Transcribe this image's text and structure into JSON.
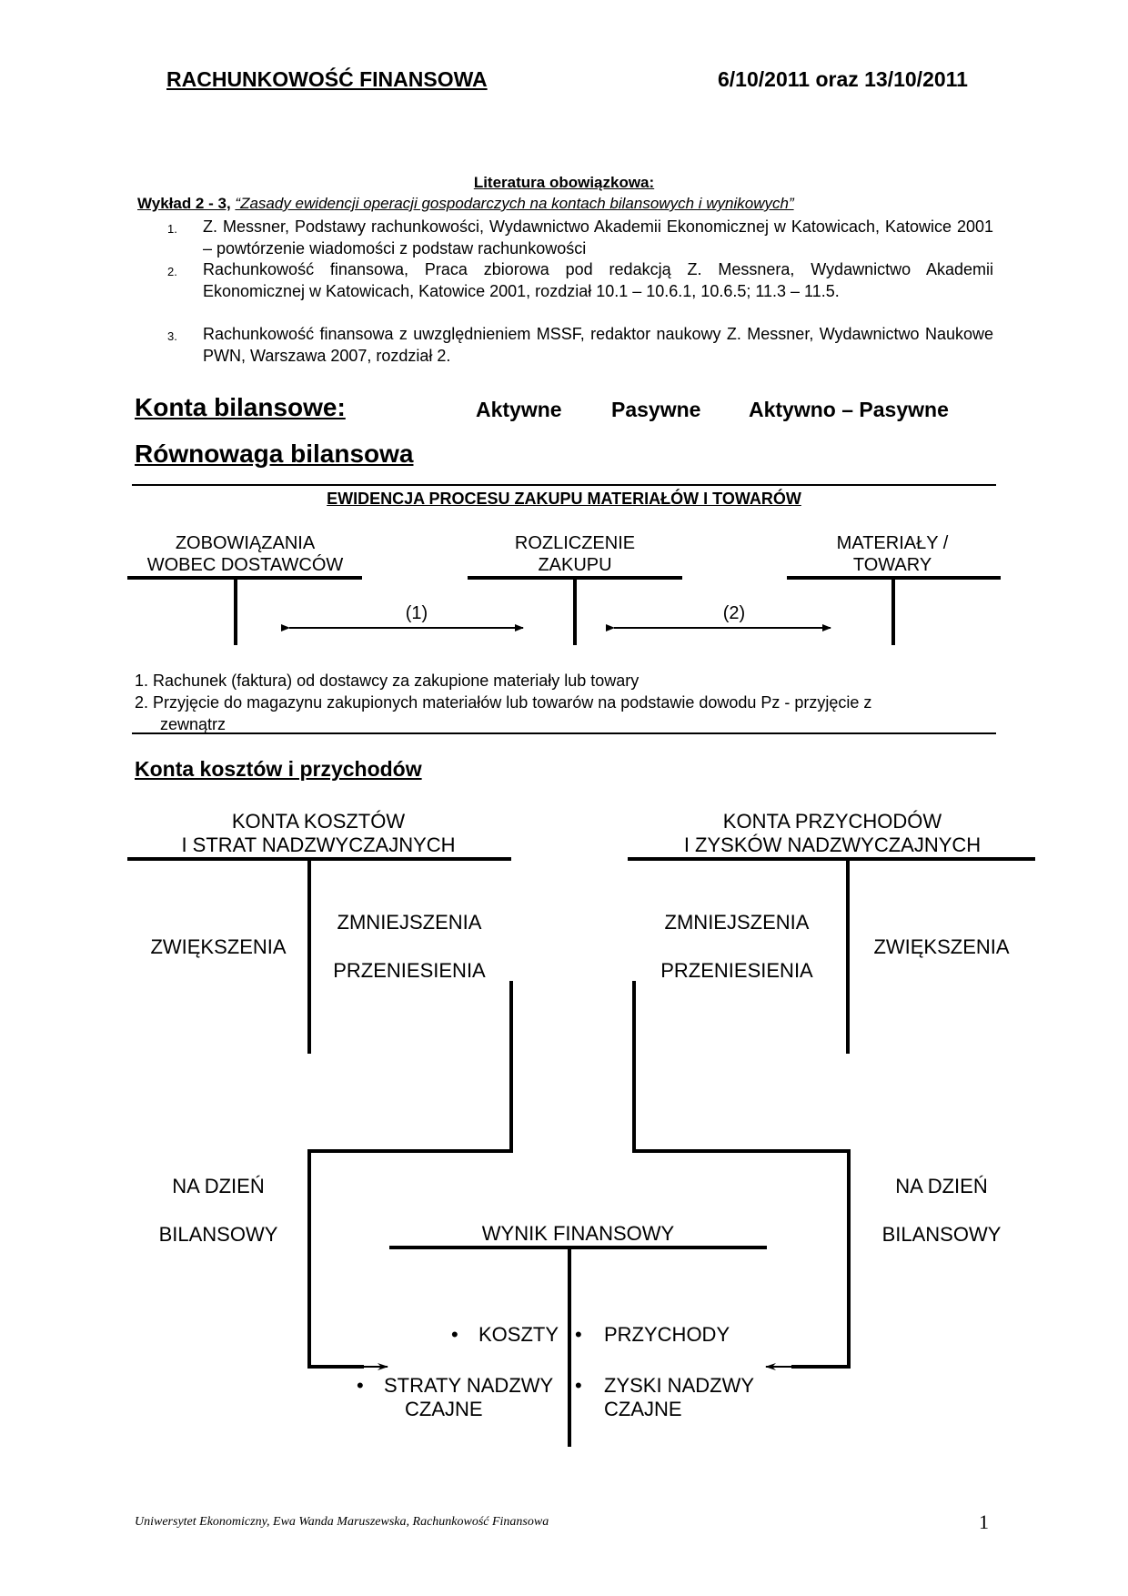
{
  "header": {
    "title": "RACHUNKOWOŚĆ FINANSOWA",
    "dates": "6/10/2011 oraz 13/10/2011"
  },
  "literature": {
    "heading": "Literatura obowiązkowa:",
    "lecture_prefix": "Wykład  2 - 3,",
    "lecture_title": "“Zasady ewidencji operacji gospodarczych na kontach bilansowych i wynikowych”",
    "items": [
      {
        "num": "1.",
        "text": "Z. Messner, Podstawy rachunkowości, Wydawnictwo Akademii Ekonomicznej w Katowicach, Katowice 2001 – powtórzenie wiadomości z podstaw rachunkowości"
      },
      {
        "num": "2.",
        "text": "Rachunkowość finansowa, Praca zbiorowa pod redakcją Z. Messnera, Wydawnictwo Akademii Ekonomicznej w Katowicach, Katowice 2001, rozdział 10.1 – 10.6.1, 10.6.5; 11.3 – 11.5."
      },
      {
        "num": "3.",
        "text": "Rachunkowość finansowa z uwzględnieniem MSSF, redaktor naukowy Z. Messner, Wydawnictwo Naukowe PWN, Warszawa 2007, rozdział 2."
      }
    ]
  },
  "balance_accounts": {
    "label": "Konta bilansowe:",
    "types": [
      "Aktywne",
      "Pasywne",
      "Aktywno – Pasywne"
    ],
    "equilibrium": "Równowaga bilansowa"
  },
  "purchase": {
    "title": "EWIDENCJA PROCESU ZAKUPU MATERIAŁÓW I TOWARÓW",
    "accounts": [
      {
        "line1": "ZOBOWIĄZANIA",
        "line2": "WOBEC DOSTAWCÓW"
      },
      {
        "line1": "ROZLICZENIE",
        "line2": "ZAKUPU"
      },
      {
        "line1": "MATERIAŁY /",
        "line2": "TOWARY"
      }
    ],
    "arrow_labels": [
      "(1)",
      "(2)"
    ],
    "notes": [
      {
        "num": "1.",
        "text": "Rachunek (faktura) od dostawcy za zakupione materiały lub towary"
      },
      {
        "num": "2.",
        "text": "Przyjęcie do magazynu zakupionych materiałów lub towarów na podstawie dowodu Pz - przyjęcie z",
        "cont": "zewnątrz"
      }
    ]
  },
  "cost_revenue": {
    "heading": "Konta kosztów i przychodów",
    "cost_account": {
      "line1": "KONTA KOSZTÓW",
      "line2": "I STRAT NADZWYCZAJNYCH",
      "left": "ZWIĘKSZENIA",
      "right1": "ZMNIEJSZENIA",
      "right2": "PRZENIESIENIA"
    },
    "revenue_account": {
      "line1": "KONTA PRZYCHODÓW",
      "line2": "I ZYSKÓW NADZWYCZAJNYCH",
      "left1": "ZMNIEJSZENIA",
      "left2": "PRZENIESIENIA",
      "right": "ZWIĘKSZENIA"
    },
    "balance_day_left": {
      "line1": "NA DZIEŃ",
      "line2": "BILANSOWY"
    },
    "balance_day_right": {
      "line1": "NA DZIEŃ",
      "line2": "BILANSOWY"
    },
    "result": {
      "title": "WYNIK FINANSOWY",
      "debit": [
        {
          "text": "KOSZTY"
        },
        {
          "text": "STRATY NADZWY",
          "cont": "CZAJNE"
        }
      ],
      "credit": [
        {
          "text": "PRZYCHODY"
        },
        {
          "text": "ZYSKI NADZWY",
          "cont": "CZAJNE"
        }
      ]
    }
  },
  "footer": {
    "text": "Uniwersytet Ekonomiczny, Ewa Wanda Maruszewska, Rachunkowość Finansowa",
    "page": "1"
  }
}
